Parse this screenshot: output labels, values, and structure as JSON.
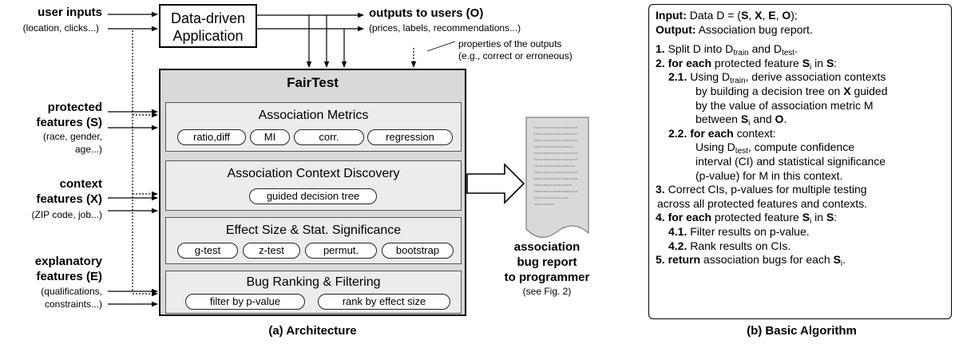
{
  "inputs": {
    "user_inputs": "user inputs",
    "user_inputs_sub": "(location, clicks...)",
    "protected_1": "protected",
    "protected_2": "features (S)",
    "protected_sub1": "(race, gender,",
    "protected_sub2": "age...)",
    "context_1": "context",
    "context_2": "features (X)",
    "context_sub": "(ZIP code, job...)",
    "explanatory_1": "explanatory",
    "explanatory_2": "features (E)",
    "explanatory_sub1": "(qualifications,",
    "explanatory_sub2": "constraints...)"
  },
  "app": {
    "line1": "Data-driven",
    "line2": "Application"
  },
  "outputs": {
    "title": "outputs to users (O)",
    "sub": "(prices, labels, recommendations...)",
    "props1": "properties of the outputs",
    "props2": "(e.g., correct or erroneous)"
  },
  "fairtest": {
    "title": "FairTest",
    "metrics": {
      "title": "Association Metrics",
      "pills": [
        "ratio,diff",
        "MI",
        "corr.",
        "regression"
      ]
    },
    "context": {
      "title": "Association Context Discovery",
      "pill": "guided decision tree"
    },
    "effect": {
      "title": "Effect Size & Stat. Significance",
      "pills": [
        "g-test",
        "z-test",
        "permut.",
        "bootstrap"
      ]
    },
    "ranking": {
      "title": "Bug Ranking & Filtering",
      "pills": [
        "filter by p-value",
        "rank by effect size"
      ]
    }
  },
  "report": {
    "line1": "association",
    "line2": "bug report",
    "line3": "to programmer",
    "sub": "(see Fig. 2)"
  },
  "captions": {
    "a": "(a)  Architecture",
    "b": "(b)  Basic Algorithm"
  }
}
